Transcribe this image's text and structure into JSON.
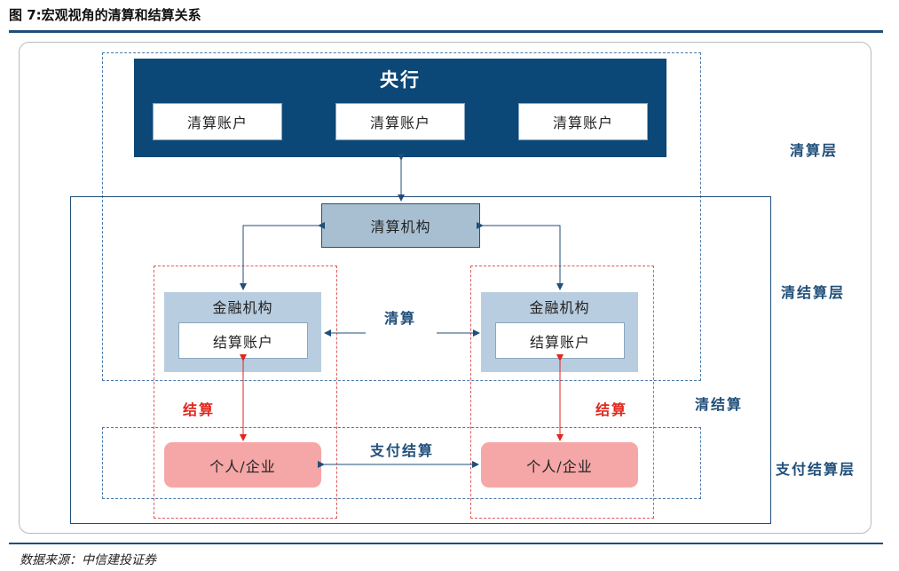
{
  "title": "图 7:宏观视角的清算和结算关系",
  "source": "数据来源：中信建投证券",
  "central_bank": {
    "label": "央行",
    "accounts": [
      "清算账户",
      "清算账户",
      "清算账户"
    ]
  },
  "clearing_house": "清算机构",
  "financial_institutions": [
    {
      "label": "金融机构",
      "account": "结算账户"
    },
    {
      "label": "金融机构",
      "account": "结算账户"
    }
  ],
  "individuals": [
    "个人/企业",
    "个人/企业"
  ],
  "flow_labels": {
    "clearing": "清算",
    "settlement_left": "结算",
    "settlement_right": "结算",
    "payment_settlement": "支付结算",
    "clearing_settlement": "清结算"
  },
  "layers": {
    "clearing_layer": "清算层",
    "clearing_settlement_layer": "清结算层",
    "payment_settlement_layer": "支付结算层"
  },
  "colors": {
    "navy": "#0b4777",
    "frame_blue": "#1f4e79",
    "red": "#e0261e",
    "pink": "#f5a6a6",
    "light_blue": "#b8cde0"
  }
}
